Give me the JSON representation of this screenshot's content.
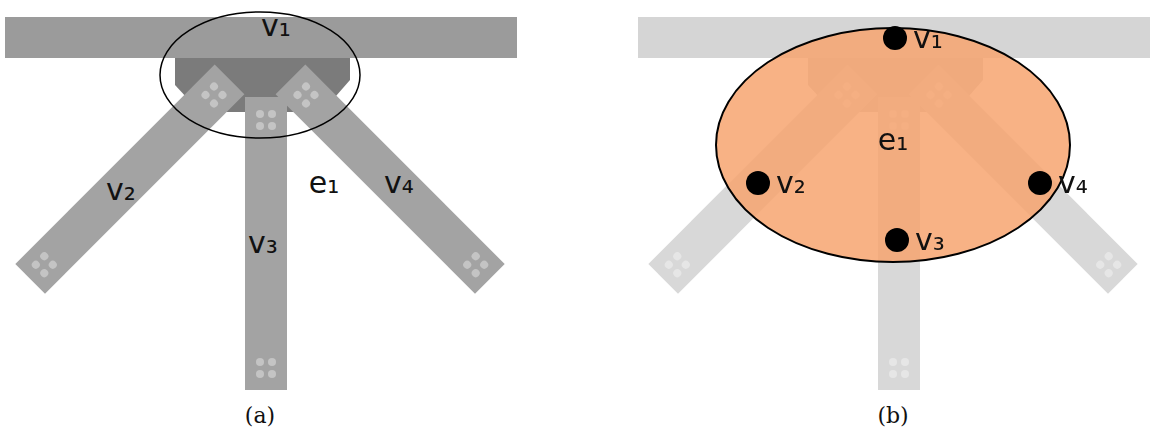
{
  "diagram": {
    "nodes": [
      {
        "text": [
          "e₁"
        ]
      },
      {
        "text": [
          "v₁"
        ],
        "in": 0
      },
      {
        "text": [
          "v₂"
        ],
        "in": 0
      },
      {
        "text": [
          "v₃"
        ],
        "in": 0
      },
      {
        "text": [
          "v₄"
        ],
        "in": 0
      }
    ],
    "labels": [
      "v₁",
      "v₂",
      "v₃",
      "e₁",
      "v₄",
      "(a)",
      "(b)"
    ]
  }
}
